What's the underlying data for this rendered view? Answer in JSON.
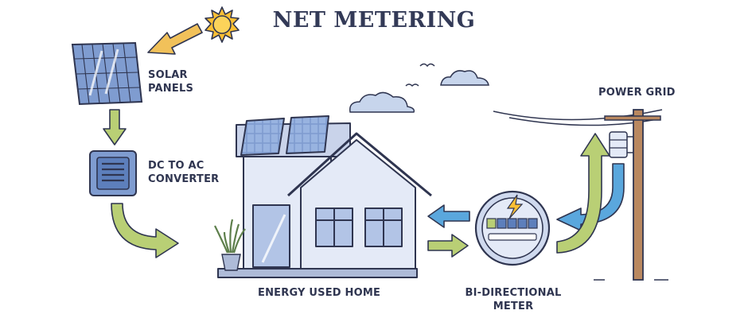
{
  "title": "NET METERING",
  "labels": {
    "solar_panels": [
      "SOLAR",
      "PANELS"
    ],
    "converter": [
      "DC TO AC",
      "CONVERTER"
    ],
    "power_grid": "POWER GRID",
    "home": "ENERGY USED HOME",
    "meter": [
      "BI-DIRECTIONAL",
      "METER"
    ]
  },
  "colors": {
    "outline": "#2f3550",
    "panel_blue": "#7f9cd0",
    "house_wall": "#e4eaf7",
    "roof": "#c9d3ea",
    "flow_green": "#b9cf75",
    "flow_blue": "#5aa7dd",
    "sun_arrow": "#f1c15a",
    "sun": "#fbbf34",
    "pole": "#b98860"
  },
  "icons": [
    "sun-icon",
    "cloud-icon",
    "bird-icon",
    "solar-panel-icon",
    "converter-icon",
    "house-icon",
    "meter-icon",
    "power-pole-icon",
    "plant-icon"
  ]
}
